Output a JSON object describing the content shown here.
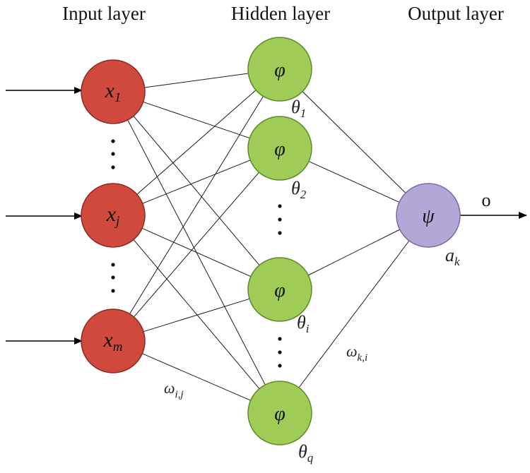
{
  "titles": {
    "input": "Input layer",
    "hidden": "Hidden layer",
    "output": "Output layer"
  },
  "input_nodes": [
    {
      "main": "x",
      "sub": "1"
    },
    {
      "main": "x",
      "sub": "j"
    },
    {
      "main": "x",
      "sub": "m"
    }
  ],
  "hidden_nodes": [
    {
      "symbol": "φ",
      "theta_main": "θ",
      "theta_sub": "1"
    },
    {
      "symbol": "φ",
      "theta_main": "θ",
      "theta_sub": "2"
    },
    {
      "symbol": "φ",
      "theta_main": "θ",
      "theta_sub": "i"
    },
    {
      "symbol": "φ",
      "theta_main": "θ",
      "theta_sub": "q"
    }
  ],
  "output_node": {
    "symbol": "ψ",
    "bias_main": "a",
    "bias_sub": "k"
  },
  "output_arrow_label": "o",
  "weights": {
    "input_hidden": {
      "main": "ω",
      "sub": "i,j"
    },
    "hidden_output": {
      "main": "ω",
      "sub": "k,i"
    }
  },
  "colors": {
    "input_fill": "#cf4a3c",
    "input_stroke": "#8a2a22",
    "hidden_fill": "#9fcc56",
    "hidden_stroke": "#5d8a2a",
    "output_fill": "#b5a6d8",
    "output_stroke": "#7a6aa6"
  }
}
